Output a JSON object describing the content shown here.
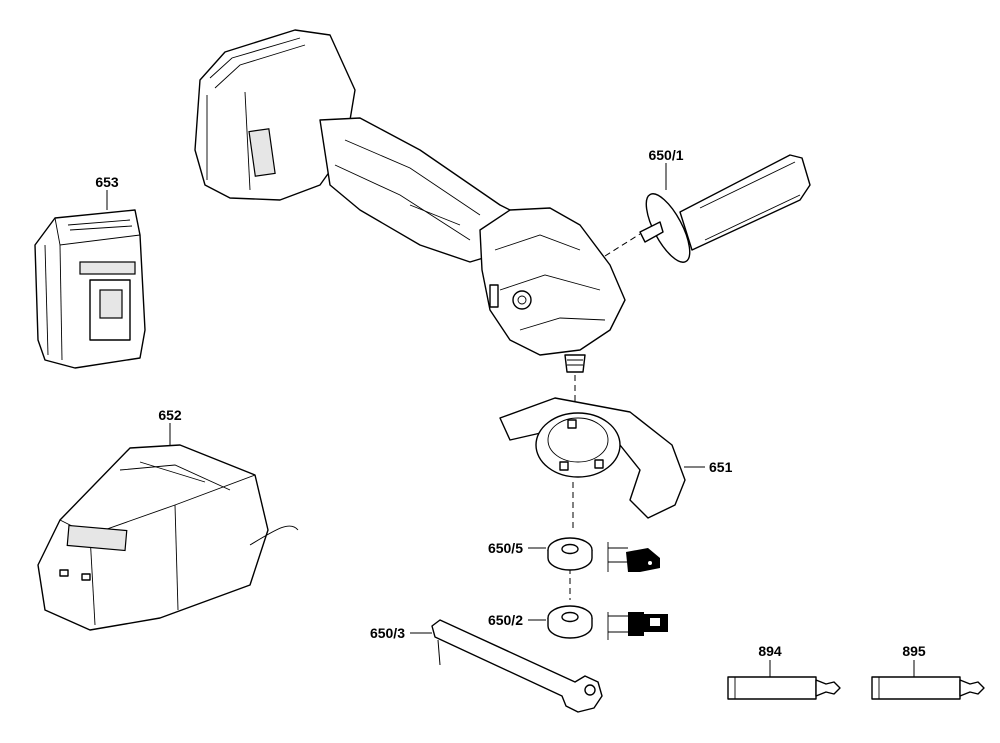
{
  "labels": {
    "p653": "653",
    "p652": "652",
    "p650_1": "650/1",
    "p651": "651",
    "p650_5": "650/5",
    "p650_2": "650/2",
    "p650_3": "650/3",
    "p894": "894",
    "p895": "895"
  }
}
